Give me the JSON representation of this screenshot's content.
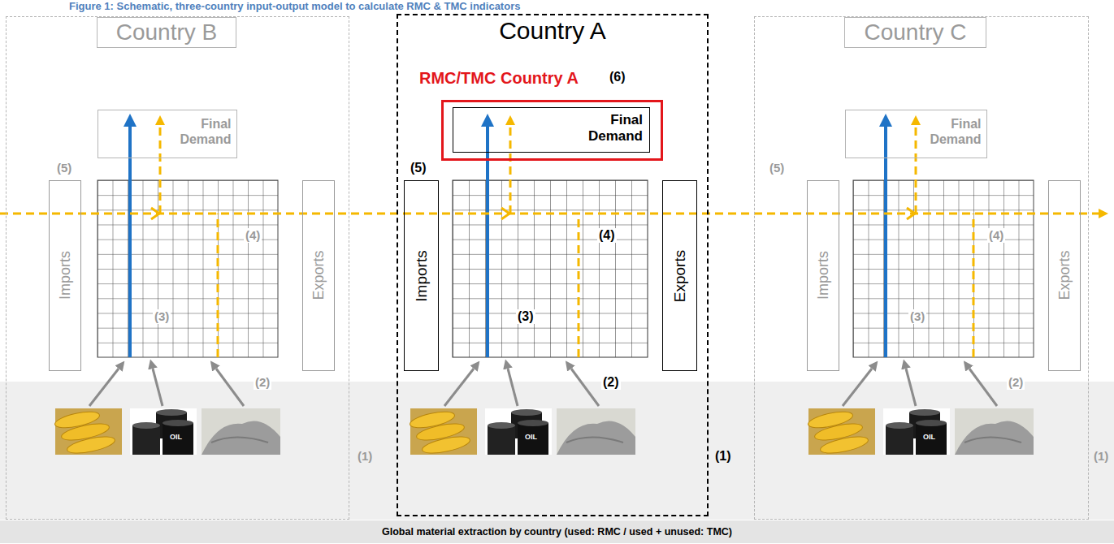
{
  "diagram": {
    "title": "Figure 1: Schematic, three-country input-output model to calculate RMC & TMC indicators",
    "nodes": [
      {
        "text": [
          "Country B"
        ]
      },
      {
        "text": [
          "Final Demand"
        ],
        "in": 0
      },
      {
        "text": [
          "Imports"
        ],
        "in": 0
      },
      {
        "text": [
          "Exports"
        ],
        "in": 0
      },
      {
        "text": [
          "Country A"
        ]
      },
      {
        "text": [
          "RMC/TMC Country A"
        ],
        "in": 4
      },
      {
        "text": [
          "Final Demand"
        ],
        "in": 5
      },
      {
        "text": [
          "Imports"
        ],
        "in": 4
      },
      {
        "text": [
          "Exports"
        ],
        "in": 4
      },
      {
        "text": [
          "Country C"
        ]
      },
      {
        "text": [
          "Final Demand"
        ],
        "in": 9
      },
      {
        "text": [
          "Imports"
        ],
        "in": 9
      },
      {
        "text": [
          "Exports"
        ],
        "in": 9
      },
      {
        "text": [
          "Global material extraction by country (used: RMC / used + unused: TMC)"
        ]
      }
    ],
    "labels": [
      "(5)",
      "(4)",
      "(3)",
      "(2)",
      "(1)",
      "(6)",
      "(5)",
      "(4)",
      "(3)",
      "(2)",
      "(1)",
      "(5)",
      "(4)",
      "(3)",
      "(2)",
      "(1)",
      "OIL",
      "OIL",
      "OIL"
    ]
  }
}
